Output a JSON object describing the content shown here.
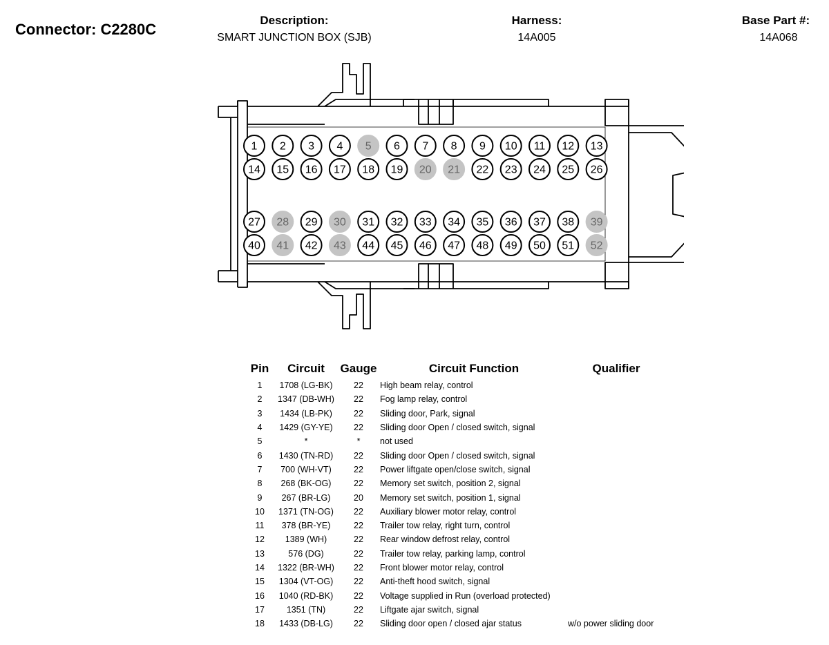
{
  "header": {
    "connector_title": "Connector: C2280C",
    "description_label": "Description:",
    "description_value": "SMART JUNCTION BOX (SJB)",
    "harness_label": "Harness:",
    "harness_value": "14A005",
    "base_part_label": "Base Part #:",
    "base_part_value": "14A068"
  },
  "connector": {
    "unused_fill_color": "#c4c4c4",
    "rows": [
      {
        "pins": [
          {
            "n": "1",
            "used": true
          },
          {
            "n": "2",
            "used": true
          },
          {
            "n": "3",
            "used": true
          },
          {
            "n": "4",
            "used": true
          },
          {
            "n": "5",
            "used": false
          },
          {
            "n": "6",
            "used": true
          },
          {
            "n": "7",
            "used": true
          },
          {
            "n": "8",
            "used": true
          },
          {
            "n": "9",
            "used": true
          },
          {
            "n": "10",
            "used": true
          },
          {
            "n": "11",
            "used": true
          },
          {
            "n": "12",
            "used": true
          },
          {
            "n": "13",
            "used": true
          }
        ]
      },
      {
        "pins": [
          {
            "n": "14",
            "used": true
          },
          {
            "n": "15",
            "used": true
          },
          {
            "n": "16",
            "used": true
          },
          {
            "n": "17",
            "used": true
          },
          {
            "n": "18",
            "used": true
          },
          {
            "n": "19",
            "used": true
          },
          {
            "n": "20",
            "used": false
          },
          {
            "n": "21",
            "used": false
          },
          {
            "n": "22",
            "used": true
          },
          {
            "n": "23",
            "used": true
          },
          {
            "n": "24",
            "used": true
          },
          {
            "n": "25",
            "used": true
          },
          {
            "n": "26",
            "used": true
          }
        ]
      },
      {
        "pins": [
          {
            "n": "27",
            "used": true
          },
          {
            "n": "28",
            "used": false
          },
          {
            "n": "29",
            "used": true
          },
          {
            "n": "30",
            "used": false
          },
          {
            "n": "31",
            "used": true
          },
          {
            "n": "32",
            "used": true
          },
          {
            "n": "33",
            "used": true
          },
          {
            "n": "34",
            "used": true
          },
          {
            "n": "35",
            "used": true
          },
          {
            "n": "36",
            "used": true
          },
          {
            "n": "37",
            "used": true
          },
          {
            "n": "38",
            "used": true
          },
          {
            "n": "39",
            "used": false
          }
        ]
      },
      {
        "pins": [
          {
            "n": "40",
            "used": true
          },
          {
            "n": "41",
            "used": false
          },
          {
            "n": "42",
            "used": true
          },
          {
            "n": "43",
            "used": false
          },
          {
            "n": "44",
            "used": true
          },
          {
            "n": "45",
            "used": true
          },
          {
            "n": "46",
            "used": true
          },
          {
            "n": "47",
            "used": true
          },
          {
            "n": "48",
            "used": true
          },
          {
            "n": "49",
            "used": true
          },
          {
            "n": "50",
            "used": true
          },
          {
            "n": "51",
            "used": true
          },
          {
            "n": "52",
            "used": false
          }
        ]
      }
    ]
  },
  "table": {
    "headers": {
      "pin": "Pin",
      "circuit": "Circuit",
      "gauge": "Gauge",
      "function": "Circuit Function",
      "qualifier": "Qualifier"
    },
    "rows": [
      {
        "pin": "1",
        "circuit": "1708 (LG-BK)",
        "gauge": "22",
        "function": "High beam relay, control",
        "qualifier": ""
      },
      {
        "pin": "2",
        "circuit": "1347 (DB-WH)",
        "gauge": "22",
        "function": "Fog lamp relay, control",
        "qualifier": ""
      },
      {
        "pin": "3",
        "circuit": "1434 (LB-PK)",
        "gauge": "22",
        "function": "Sliding door, Park, signal",
        "qualifier": ""
      },
      {
        "pin": "4",
        "circuit": "1429 (GY-YE)",
        "gauge": "22",
        "function": "Sliding door Open / closed switch, signal",
        "qualifier": ""
      },
      {
        "pin": "5",
        "circuit": "*",
        "gauge": "*",
        "function": "not used",
        "qualifier": ""
      },
      {
        "pin": "6",
        "circuit": "1430 (TN-RD)",
        "gauge": "22",
        "function": "Sliding door Open / closed switch, signal",
        "qualifier": ""
      },
      {
        "pin": "7",
        "circuit": "700 (WH-VT)",
        "gauge": "22",
        "function": "Power liftgate open/close switch, signal",
        "qualifier": ""
      },
      {
        "pin": "8",
        "circuit": "268 (BK-OG)",
        "gauge": "22",
        "function": "Memory set switch, position 2, signal",
        "qualifier": ""
      },
      {
        "pin": "9",
        "circuit": "267 (BR-LG)",
        "gauge": "20",
        "function": "Memory set switch, position 1, signal",
        "qualifier": ""
      },
      {
        "pin": "10",
        "circuit": "1371 (TN-OG)",
        "gauge": "22",
        "function": "Auxiliary blower motor relay, control",
        "qualifier": ""
      },
      {
        "pin": "11",
        "circuit": "378 (BR-YE)",
        "gauge": "22",
        "function": "Trailer tow relay, right turn, control",
        "qualifier": ""
      },
      {
        "pin": "12",
        "circuit": "1389 (WH)",
        "gauge": "22",
        "function": "Rear window defrost relay, control",
        "qualifier": ""
      },
      {
        "pin": "13",
        "circuit": "576 (DG)",
        "gauge": "22",
        "function": "Trailer tow relay, parking lamp, control",
        "qualifier": ""
      },
      {
        "pin": "14",
        "circuit": "1322 (BR-WH)",
        "gauge": "22",
        "function": "Front blower motor relay, control",
        "qualifier": ""
      },
      {
        "pin": "15",
        "circuit": "1304 (VT-OG)",
        "gauge": "22",
        "function": "Anti-theft hood switch, signal",
        "qualifier": ""
      },
      {
        "pin": "16",
        "circuit": "1040 (RD-BK)",
        "gauge": "22",
        "function": "Voltage supplied in Run (overload protected)",
        "qualifier": ""
      },
      {
        "pin": "17",
        "circuit": "1351 (TN)",
        "gauge": "22",
        "function": "Liftgate ajar switch, signal",
        "qualifier": ""
      },
      {
        "pin": "18",
        "circuit": "1433 (DB-LG)",
        "gauge": "22",
        "function": "Sliding door open / closed ajar status",
        "qualifier": "w/o power sliding door"
      }
    ]
  }
}
